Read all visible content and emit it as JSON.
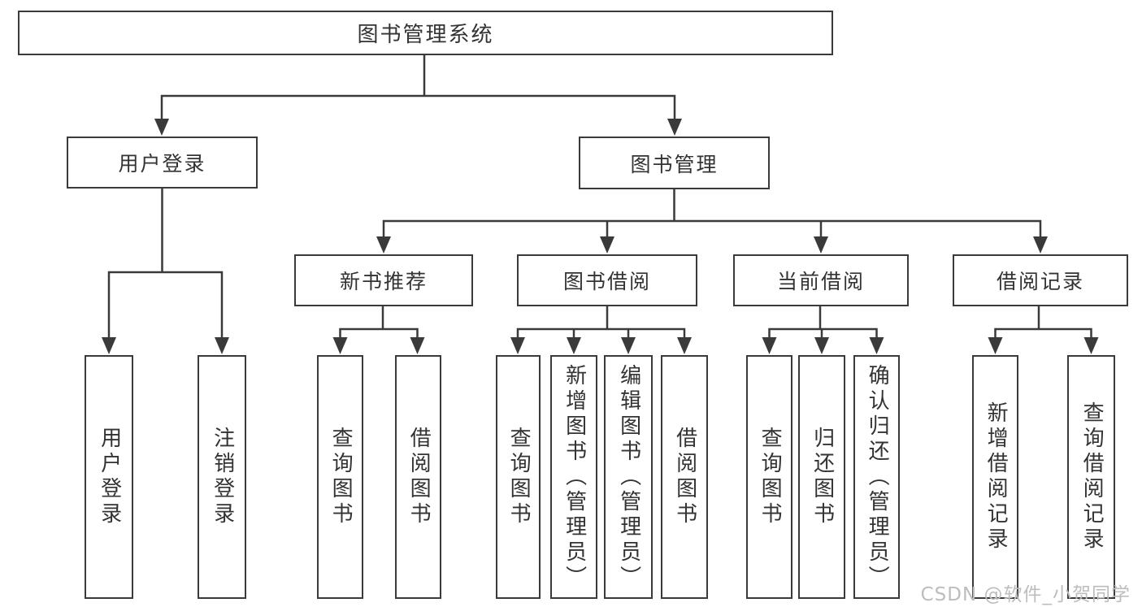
{
  "tree": {
    "label": "图书管理系统",
    "children": [
      {
        "label": "用户登录",
        "children": [
          {
            "label": "用户登录"
          },
          {
            "label": "注销登录"
          }
        ]
      },
      {
        "label": "图书管理",
        "children": [
          {
            "label": "新书推荐",
            "children": [
              {
                "label": "查询图书"
              },
              {
                "label": "借阅图书"
              }
            ]
          },
          {
            "label": "图书借阅",
            "children": [
              {
                "label": "查询图书"
              },
              {
                "label": "新增图书（管理员）"
              },
              {
                "label": "编辑图书（管理员）"
              },
              {
                "label": "借阅图书"
              }
            ]
          },
          {
            "label": "当前借阅",
            "children": [
              {
                "label": "查询图书"
              },
              {
                "label": "归还图书"
              },
              {
                "label": "确认归还（管理员）"
              }
            ]
          },
          {
            "label": "借阅记录",
            "children": [
              {
                "label": "新增借阅记录"
              },
              {
                "label": "查询借阅记录"
              }
            ]
          }
        ]
      }
    ]
  },
  "watermark": {
    "text": "CSDN @软件_小贺同学"
  },
  "style": {
    "line_color": "#3a3a3a",
    "box_border_color": "#3a3a3a",
    "text_color": "#333333",
    "watermark_color": "#bdbdbd",
    "background": "#ffffff"
  }
}
